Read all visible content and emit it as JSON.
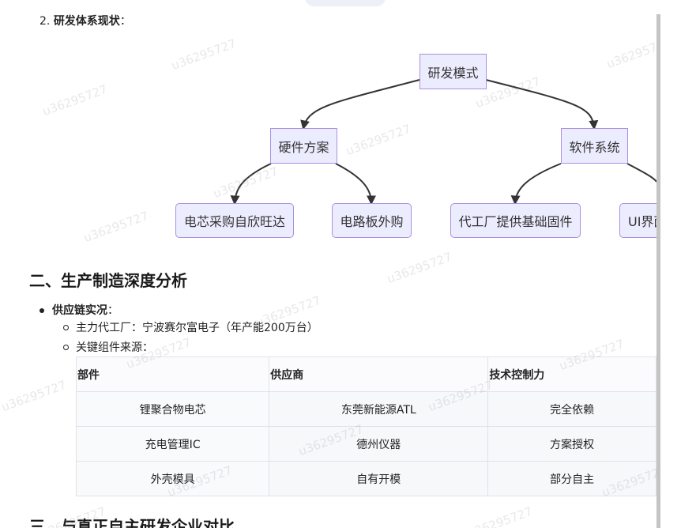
{
  "list_item_2": {
    "number": "2.",
    "bold": "研发体系现状",
    "colon": "："
  },
  "diagram": {
    "root": "研发模式",
    "hardware": "硬件方案",
    "software": "软件系统",
    "leaf1": "电芯采购自欣旺达",
    "leaf2": "电路板外购",
    "leaf3": "代工厂提供基础固件",
    "leaf4": "UI界面"
  },
  "section2": {
    "title": "二、生产制造深度分析"
  },
  "supply_chain": {
    "label": "供应链实况",
    "colon": "：",
    "sub1": "主力代工厂：宁波赛尔富电子（年产能200万台）",
    "sub2": "关键组件来源："
  },
  "table": {
    "headers": [
      "部件",
      "供应商",
      "技术控制力"
    ],
    "rows": [
      [
        "锂聚合物电芯",
        "东莞新能源ATL",
        "完全依赖"
      ],
      [
        "充电管理IC",
        "德州仪器",
        "方案授权"
      ],
      [
        "外壳模具",
        "自有开模",
        "部分自主"
      ]
    ]
  },
  "section3": {
    "title": "三、与真正自主研发企业对比"
  },
  "watermark": "u36295727"
}
